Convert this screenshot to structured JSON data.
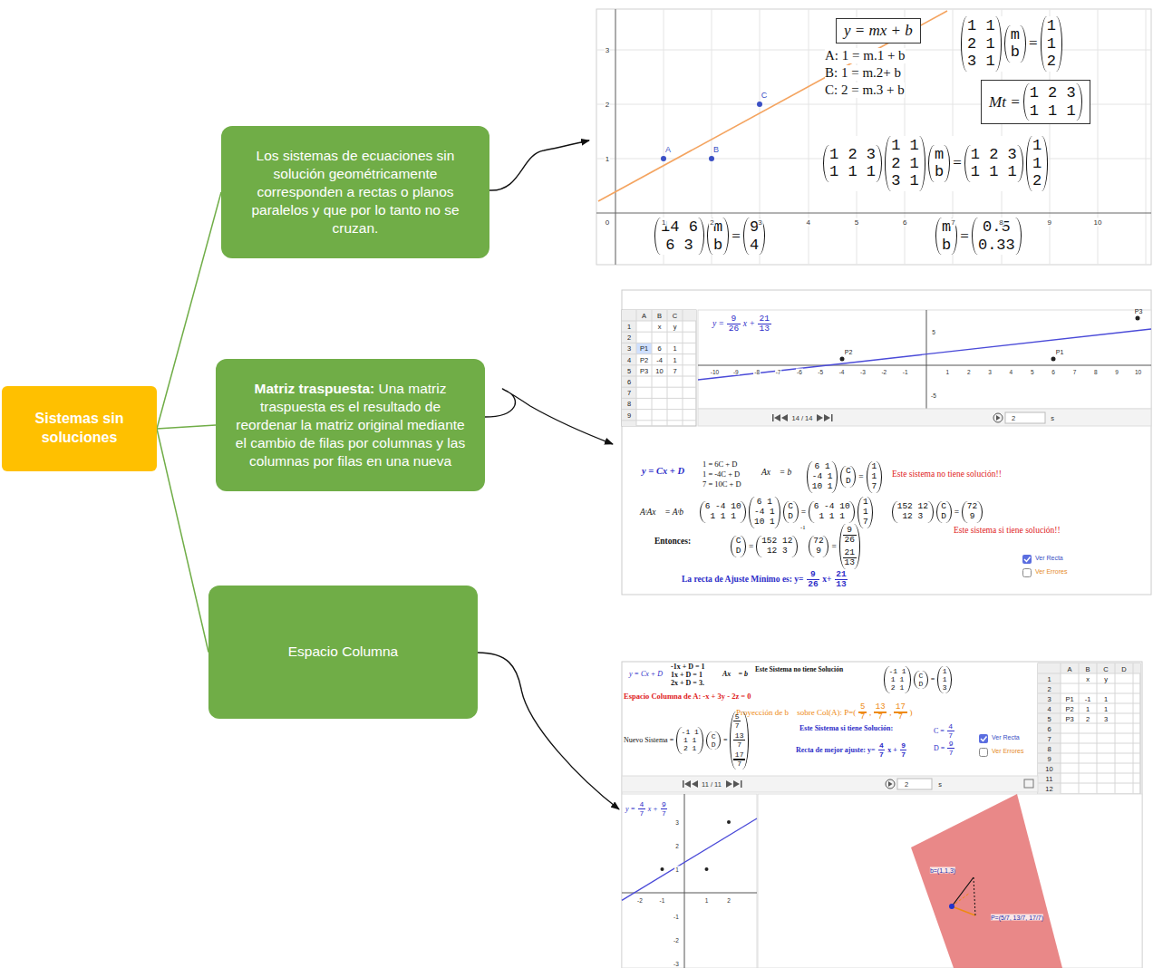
{
  "diagram": {
    "nodes": [
      {
        "text": [
          "Sistemas sin soluciones"
        ]
      },
      {
        "text": [
          "Los sistemas de ecuaciones sin solución geométricamente corresponden a rectas o planos paralelos y que por lo tanto no se cruzan."
        ]
      },
      {
        "text": [
          "Matriz traspuesta:",
          "Una matriz traspuesta es el resultado de reordenar la matriz original mediante el cambio de filas por columnas y las columnas por filas en una nueva"
        ]
      },
      {
        "text": [
          "Espacio Columna"
        ]
      }
    ],
    "edges": [
      {
        "from": 0,
        "to": 1,
        "arrow": "none"
      },
      {
        "from": 0,
        "to": 2,
        "arrow": "none"
      },
      {
        "from": 0,
        "to": 3,
        "arrow": "none"
      }
    ],
    "labels": [
      "y = mx + b",
      "A: 1 = m.1 + b",
      "B: 1 = m.2+ b",
      "C: 2 = m.3 + b",
      "1 1 2 1 3 1",
      "m b",
      "=",
      "1 1 2",
      "Mt =",
      "1 2 3 1 1 1",
      "1 2 3 1 1 1",
      "1 1 2 1 3 1",
      "m b",
      "=",
      "1 2 3 1 1 1",
      "1 1 2",
      "14 6 6 3",
      "m b",
      "=",
      "9 4",
      "m b",
      "=",
      "0.5 0.33",
      "A",
      "B",
      "C",
      "0",
      "1",
      "2",
      "3",
      "4",
      "5",
      "6",
      "7",
      "8",
      "9",
      "10",
      "1",
      "2",
      "3",
      "A",
      "B",
      "C",
      "1",
      "2",
      "3",
      "4",
      "5",
      "6",
      "7",
      "8",
      "9",
      "x",
      "y",
      "P1",
      "6",
      "1",
      "P2",
      "-4",
      "1",
      "P3",
      "10",
      "7",
      "y =",
      "9 26",
      "x +",
      "21 13",
      "-10",
      "-9",
      "-8",
      "-7",
      "-6",
      "-5",
      "-4",
      "-3",
      "-2",
      "-1",
      "1",
      "2",
      "3",
      "4",
      "5",
      "6",
      "7",
      "8",
      "9",
      "10",
      "5",
      "-5",
      "P1",
      "P2",
      "P3",
      "14 / 14",
      "2",
      "s",
      "y = Cx + D",
      "1 = 6C + D",
      "1 = -4C + D",
      "7 = 10C + D",
      "Ax⃗ = b⃗",
      "6 1 -4 1 10 1",
      "C D",
      "=",
      "1 1 7",
      "Este sistema no tiene solución!!",
      "AᵗAx⃗ = Aᵗb⃗",
      "6 -4 10 1 1 1",
      "6 1 -4 1 10 1",
      "C D",
      "=",
      "6 -4 10 1 1 1",
      "1 1 7",
      "152 12 12 3",
      "C D",
      "=",
      "72 9",
      "Este sistema si tiene solución!!",
      "Entonces:",
      "C D",
      "=",
      "152 12 12 3",
      "-1",
      "72 9",
      "=",
      "9 26",
      "21 13",
      "La recta de Ajuste Mínimo es: y=",
      "9 26",
      "x+",
      "21 13",
      "Ver Recta",
      "Ver Errores",
      "y = Cx + D",
      "-1x + D = 1",
      "1x + D = 1",
      "2x + D = 3.",
      "Ax⃗ = b⃗",
      "Este Sistema no tiene Solución",
      "-1 1 1 1 2 1",
      "C D",
      "=",
      "1 1 3",
      "Espacio Columna de A: -x + 3y - 2z = 0",
      "Proyección de b⃗ sobre Col(A): P=(",
      "5 7",
      ",",
      "13 7",
      ",",
      "17 7",
      ")",
      "Nuevo Sistema =",
      "-1 1 1 1 2 1",
      "C D",
      "=",
      "5 7",
      "13 7",
      "17 7",
      "Este Sistema si tiene Solución:",
      "C =",
      "4 7",
      "D =",
      "9 7",
      "Recta de mejor ajuste: y=",
      "4 7",
      "x +",
      "9 7",
      "Ver Recta",
      "Ver Errores",
      "11 / 11",
      "2",
      "s",
      "A",
      "B",
      "C",
      "D",
      "1",
      "2",
      "3",
      "4",
      "5",
      "6",
      "7",
      "8",
      "9",
      "10",
      "11",
      "12",
      "x",
      "y",
      "P1",
      "-1",
      "1",
      "P2",
      "1",
      "1",
      "P3",
      "2",
      "3",
      "y =",
      "4 7",
      "x +",
      "9 7",
      "-2",
      "-1",
      "1",
      "2",
      "3",
      "2",
      "1",
      "-1",
      "-2",
      "-3",
      "b=(1,1,3)",
      "P=(5/7, 13/7, 17/7)"
    ]
  }
}
